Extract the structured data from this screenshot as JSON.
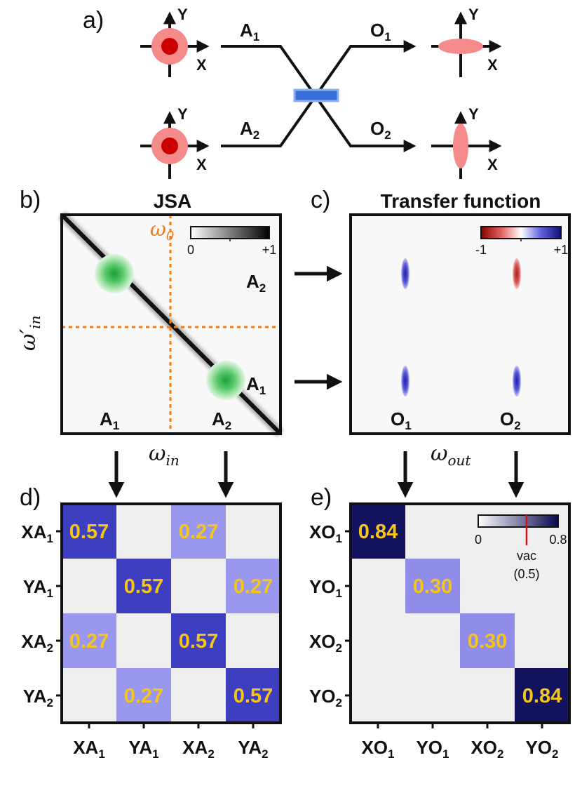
{
  "panels": {
    "a": "a)",
    "b": "b)",
    "c": "c)",
    "d": "d)",
    "e": "e)"
  },
  "schematic": {
    "axis_y": "Y",
    "axis_x": "X",
    "inputs": [
      {
        "base": "A",
        "sub": "1"
      },
      {
        "base": "A",
        "sub": "2"
      }
    ],
    "outputs": [
      {
        "base": "O",
        "sub": "1"
      },
      {
        "base": "O",
        "sub": "2"
      }
    ]
  },
  "jsa": {
    "title": "JSA",
    "x_label": "ω",
    "x_sub": "in",
    "y_label": "ω′",
    "y_sub": "in",
    "omega0": "ω",
    "omega0_sub": "0",
    "colorbar_min": "0",
    "colorbar_max": "+1",
    "labels": [
      {
        "base": "A",
        "sub": "2"
      },
      {
        "base": "A",
        "sub": "1"
      },
      {
        "base": "A",
        "sub": "1"
      },
      {
        "base": "A",
        "sub": "2"
      }
    ]
  },
  "transfer": {
    "title": "Transfer function",
    "x_label": "ω",
    "x_sub": "out",
    "colorbar_min": "-1",
    "colorbar_max": "+1",
    "labels": [
      {
        "base": "O",
        "sub": "1"
      },
      {
        "base": "O",
        "sub": "2"
      }
    ],
    "lobes": [
      {
        "row": 0,
        "col": 0,
        "value": 1
      },
      {
        "row": 0,
        "col": 1,
        "value": -1
      },
      {
        "row": 1,
        "col": 0,
        "value": 1
      },
      {
        "row": 1,
        "col": 1,
        "value": 1
      }
    ]
  },
  "matrix_d": {
    "row_labels": [
      {
        "base": "XA",
        "sub": "1"
      },
      {
        "base": "YA",
        "sub": "1"
      },
      {
        "base": "XA",
        "sub": "2"
      },
      {
        "base": "YA",
        "sub": "2"
      }
    ],
    "col_labels": [
      {
        "base": "XA",
        "sub": "1"
      },
      {
        "base": "YA",
        "sub": "1"
      },
      {
        "base": "XA",
        "sub": "2"
      },
      {
        "base": "YA",
        "sub": "2"
      }
    ],
    "values": [
      [
        "0.57",
        "",
        "0.27",
        ""
      ],
      [
        "",
        "0.57",
        "",
        "0.27"
      ],
      [
        "0.27",
        "",
        "0.57",
        ""
      ],
      [
        "",
        "0.27",
        "",
        "0.57"
      ]
    ],
    "colors": {
      "high": "#3d3ec0",
      "low": "#9a98ee",
      "empty": "#efefef"
    }
  },
  "matrix_e": {
    "row_labels": [
      {
        "base": "XO",
        "sub": "1"
      },
      {
        "base": "YO",
        "sub": "1"
      },
      {
        "base": "XO",
        "sub": "2"
      },
      {
        "base": "YO",
        "sub": "2"
      }
    ],
    "col_labels": [
      {
        "base": "XO",
        "sub": "1"
      },
      {
        "base": "YO",
        "sub": "1"
      },
      {
        "base": "XO",
        "sub": "2"
      },
      {
        "base": "YO",
        "sub": "2"
      }
    ],
    "values": [
      [
        "0.84",
        "",
        "",
        ""
      ],
      [
        "",
        "0.30",
        "",
        ""
      ],
      [
        "",
        "",
        "0.30",
        ""
      ],
      [
        "",
        "",
        "",
        "0.84"
      ]
    ],
    "colors": {
      "high": "#12125e",
      "low": "#8f8cea",
      "empty": "#efefef"
    },
    "colorbar_min": "0",
    "colorbar_max": "0.8",
    "vac_label": "vac",
    "vac_value": "(0.5)",
    "vac_color": "#cc1111"
  }
}
